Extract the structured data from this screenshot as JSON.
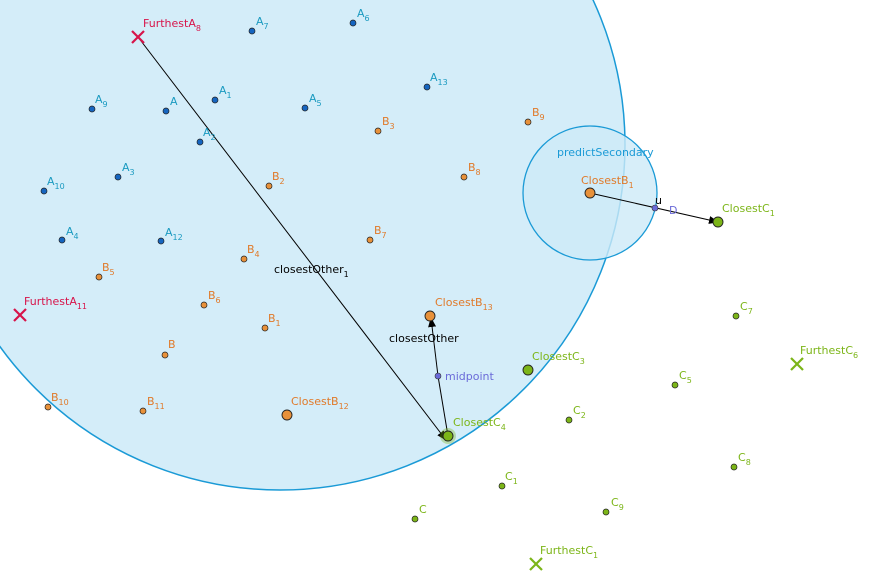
{
  "colors": {
    "circle_stroke": "#1a9ad6",
    "circle_fill": "#cdeaf8",
    "A": "#1565c0",
    "A_label": "#1a9ac0",
    "B": "#e8913a",
    "B_label": "#e07a2a",
    "C": "#7cb518",
    "C_label": "#7cb518",
    "furthestA": "#d7144a",
    "helper": "#6a6ad8",
    "black": "#000000"
  },
  "labels": {
    "closestOther1": {
      "base": "closestOther",
      "sub": "1"
    },
    "closestOther": {
      "base": "closestOther",
      "sub": ""
    },
    "midpoint": {
      "base": "midpoint",
      "sub": ""
    },
    "predictSecondary": {
      "base": "predictSecondary",
      "sub": ""
    },
    "u": {
      "base": "u",
      "sub": ""
    },
    "D": {
      "base": "D",
      "sub": ""
    }
  },
  "points": [
    {
      "id": "A",
      "base": "A",
      "sub": "",
      "group": "A",
      "size": "small"
    },
    {
      "id": "A1",
      "base": "A",
      "sub": "1",
      "group": "A",
      "size": "small"
    },
    {
      "id": "A2",
      "base": "A",
      "sub": "2",
      "group": "A",
      "size": "small"
    },
    {
      "id": "A3",
      "base": "A",
      "sub": "3",
      "group": "A",
      "size": "small"
    },
    {
      "id": "A4",
      "base": "A",
      "sub": "4",
      "group": "A",
      "size": "small"
    },
    {
      "id": "A5",
      "base": "A",
      "sub": "5",
      "group": "A",
      "size": "small"
    },
    {
      "id": "A6",
      "base": "A",
      "sub": "6",
      "group": "A",
      "size": "small"
    },
    {
      "id": "A7",
      "base": "A",
      "sub": "7",
      "group": "A",
      "size": "small"
    },
    {
      "id": "A9",
      "base": "A",
      "sub": "9",
      "group": "A",
      "size": "small"
    },
    {
      "id": "A10",
      "base": "A",
      "sub": "10",
      "group": "A",
      "size": "small"
    },
    {
      "id": "A12",
      "base": "A",
      "sub": "12",
      "group": "A",
      "size": "small"
    },
    {
      "id": "A13",
      "base": "A",
      "sub": "13",
      "group": "A",
      "size": "small"
    },
    {
      "id": "B",
      "base": "B",
      "sub": "",
      "group": "B",
      "size": "small"
    },
    {
      "id": "B1",
      "base": "B",
      "sub": "1",
      "group": "B",
      "size": "small"
    },
    {
      "id": "B2",
      "base": "B",
      "sub": "2",
      "group": "B",
      "size": "small"
    },
    {
      "id": "B3",
      "base": "B",
      "sub": "3",
      "group": "B",
      "size": "small"
    },
    {
      "id": "B4",
      "base": "B",
      "sub": "4",
      "group": "B",
      "size": "small"
    },
    {
      "id": "B5",
      "base": "B",
      "sub": "5",
      "group": "B",
      "size": "small"
    },
    {
      "id": "B6",
      "base": "B",
      "sub": "6",
      "group": "B",
      "size": "small"
    },
    {
      "id": "B7",
      "base": "B",
      "sub": "7",
      "group": "B",
      "size": "small"
    },
    {
      "id": "B8",
      "base": "B",
      "sub": "8",
      "group": "B",
      "size": "small"
    },
    {
      "id": "B9",
      "base": "B",
      "sub": "9",
      "group": "B",
      "size": "small"
    },
    {
      "id": "B10",
      "base": "B",
      "sub": "10",
      "group": "B",
      "size": "small"
    },
    {
      "id": "B11",
      "base": "B",
      "sub": "11",
      "group": "B",
      "size": "small"
    },
    {
      "id": "ClosestB1",
      "base": "ClosestB",
      "sub": "1",
      "group": "B",
      "size": "big"
    },
    {
      "id": "ClosestB12",
      "base": "ClosestB",
      "sub": "12",
      "group": "B",
      "size": "big"
    },
    {
      "id": "ClosestB13",
      "base": "ClosestB",
      "sub": "13",
      "group": "B",
      "size": "big"
    },
    {
      "id": "C",
      "base": "C",
      "sub": "",
      "group": "C",
      "size": "small"
    },
    {
      "id": "C1",
      "base": "C",
      "sub": "1",
      "group": "C",
      "size": "small"
    },
    {
      "id": "C2",
      "base": "C",
      "sub": "2",
      "group": "C",
      "size": "small"
    },
    {
      "id": "C5",
      "base": "C",
      "sub": "5",
      "group": "C",
      "size": "small"
    },
    {
      "id": "C7",
      "base": "C",
      "sub": "7",
      "group": "C",
      "size": "small"
    },
    {
      "id": "C8",
      "base": "C",
      "sub": "8",
      "group": "C",
      "size": "small"
    },
    {
      "id": "C9",
      "base": "C",
      "sub": "9",
      "group": "C",
      "size": "small"
    },
    {
      "id": "ClosestC1",
      "base": "ClosestC",
      "sub": "1",
      "group": "C",
      "size": "big"
    },
    {
      "id": "ClosestC3",
      "base": "ClosestC",
      "sub": "3",
      "group": "C",
      "size": "big"
    },
    {
      "id": "ClosestC4",
      "base": "ClosestC",
      "sub": "4",
      "group": "C",
      "size": "big"
    },
    {
      "id": "FurthestA8",
      "base": "FurthestA",
      "sub": "8",
      "group": "FA",
      "size": "cross"
    },
    {
      "id": "FurthestA11",
      "base": "FurthestA",
      "sub": "11",
      "group": "FA",
      "size": "cross"
    },
    {
      "id": "FurthestC1",
      "base": "FurthestC",
      "sub": "1",
      "group": "C",
      "size": "cross"
    },
    {
      "id": "FurthestC6",
      "base": "FurthestC",
      "sub": "6",
      "group": "C",
      "size": "cross"
    }
  ]
}
